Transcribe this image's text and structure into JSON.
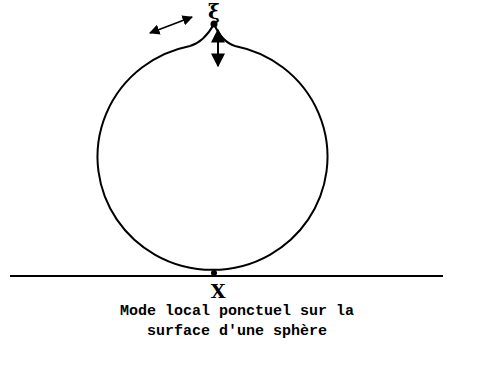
{
  "diagram": {
    "caption": "Mode local ponctuel sur la surface d'une sphère",
    "labels": [
      "ξ",
      "X"
    ]
  }
}
